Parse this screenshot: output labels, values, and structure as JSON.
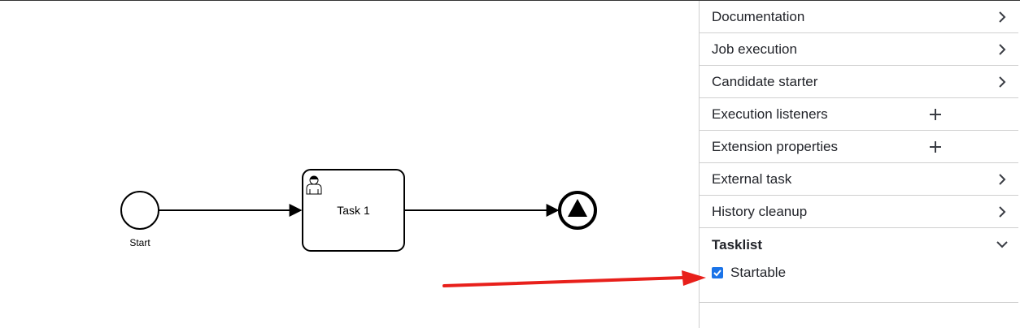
{
  "diagram": {
    "start_label": "Start",
    "task_label": "Task 1"
  },
  "panel": {
    "groups": [
      {
        "label": "Documentation",
        "control": "chevron-right"
      },
      {
        "label": "Job execution",
        "control": "chevron-right"
      },
      {
        "label": "Candidate starter",
        "control": "chevron-right"
      },
      {
        "label": "Execution listeners",
        "control": "plus"
      },
      {
        "label": "Extension properties",
        "control": "plus"
      },
      {
        "label": "External task",
        "control": "chevron-right"
      },
      {
        "label": "History cleanup",
        "control": "chevron-right"
      }
    ],
    "tasklist": {
      "label": "Tasklist",
      "startable_label": "Startable",
      "startable_checked": true
    }
  },
  "colors": {
    "checkbox": "#1a73e8",
    "annotation_arrow": "#e8201b"
  }
}
